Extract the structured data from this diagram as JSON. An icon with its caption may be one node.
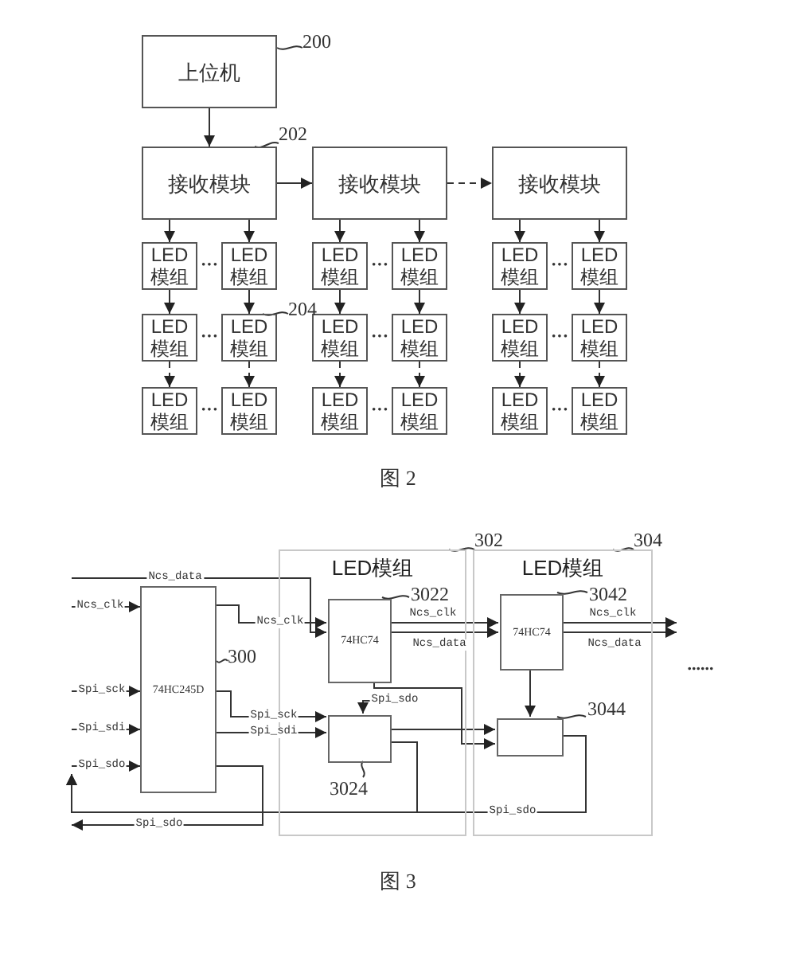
{
  "diagram": {
    "nodes": [
      {
        "text": [
          "上位机"
        ]
      },
      {
        "text": [
          "接收模块"
        ]
      },
      {
        "text": [
          "接收模块"
        ]
      },
      {
        "text": [
          "接收模块"
        ]
      },
      {
        "text": [
          "LED模组"
        ]
      },
      {
        "text": [
          "LED模组"
        ]
      },
      {
        "text": [
          "LED模组"
        ]
      },
      {
        "text": [
          "LED模组"
        ]
      },
      {
        "text": [
          "LED模组"
        ]
      },
      {
        "text": [
          "LED模组"
        ]
      },
      {
        "text": [
          "LED模组"
        ]
      },
      {
        "text": [
          "LED模组"
        ]
      },
      {
        "text": [
          "LED模组"
        ]
      },
      {
        "text": [
          "LED模组"
        ]
      },
      {
        "text": [
          "LED模组"
        ]
      },
      {
        "text": [
          "LED模组"
        ]
      },
      {
        "text": [
          "LED模组"
        ]
      },
      {
        "text": [
          "LED模组"
        ]
      },
      {
        "text": [
          "LED模组"
        ]
      },
      {
        "text": [
          "LED模组"
        ]
      },
      {
        "text": [
          "LED模组"
        ]
      },
      {
        "text": [
          "LED模组"
        ]
      },
      {
        "text": [
          "74HC245D"
        ]
      },
      {
        "text": [
          "LED模组"
        ]
      },
      {
        "text": [
          "74HC74"
        ],
        "in": 23
      },
      {
        "text": [],
        "shape": "box",
        "in": 23
      },
      {
        "text": [
          "LED模组"
        ]
      },
      {
        "text": [
          "74HC74"
        ],
        "in": 26
      },
      {
        "text": [],
        "shape": "box",
        "in": 26
      },
      {
        "text": [
          "200"
        ]
      },
      {
        "text": [
          "202"
        ]
      },
      {
        "text": [
          "204"
        ]
      },
      {
        "text": [
          "300"
        ]
      },
      {
        "text": [
          "302"
        ]
      },
      {
        "text": [
          "3022"
        ],
        "in": 23
      },
      {
        "text": [
          "3024"
        ],
        "in": 23
      },
      {
        "text": [
          "304"
        ]
      },
      {
        "text": [
          "3042"
        ],
        "in": 26
      },
      {
        "text": [
          "3044"
        ],
        "in": 26
      }
    ],
    "edges": [
      {
        "from": 0,
        "to": 1,
        "arrow": "to"
      },
      {
        "from": 1,
        "to": 2,
        "arrow": "to"
      },
      {
        "from": 2,
        "to": 3,
        "arrow": "to",
        "style": "dashed"
      },
      {
        "from": 1,
        "to": 4,
        "arrow": "to"
      },
      {
        "from": 1,
        "to": 5,
        "arrow": "to"
      },
      {
        "from": 2,
        "to": 6,
        "arrow": "to"
      },
      {
        "from": 2,
        "to": 7,
        "arrow": "to"
      },
      {
        "from": 3,
        "to": 8,
        "arrow": "to"
      },
      {
        "from": 3,
        "to": 9,
        "arrow": "to"
      },
      {
        "from": 4,
        "to": 10,
        "arrow": "to"
      },
      {
        "from": 5,
        "to": 11,
        "arrow": "to"
      },
      {
        "from": 6,
        "to": 12,
        "arrow": "to"
      },
      {
        "from": 7,
        "to": 13,
        "arrow": "to"
      },
      {
        "from": 8,
        "to": 14,
        "arrow": "to"
      },
      {
        "from": 9,
        "to": 15,
        "arrow": "to"
      },
      {
        "from": 10,
        "to": 16,
        "arrow": "to",
        "style": "dashed"
      },
      {
        "from": 11,
        "to": 17,
        "arrow": "to",
        "style": "dashed"
      },
      {
        "from": 12,
        "to": 18,
        "arrow": "to",
        "style": "dashed"
      },
      {
        "from": 13,
        "to": 19,
        "arrow": "to",
        "style": "dashed"
      },
      {
        "from": 14,
        "to": 20,
        "arrow": "to",
        "style": "dashed"
      },
      {
        "from": 15,
        "to": 21,
        "arrow": "to",
        "style": "dashed"
      },
      {
        "from": null,
        "to": 22,
        "arrow": "to",
        "label": "Ncs_clk"
      },
      {
        "from": null,
        "to": 22,
        "arrow": "to",
        "label": "Spi_sck"
      },
      {
        "from": null,
        "to": 22,
        "arrow": "to",
        "label": "Spi_sdi"
      },
      {
        "from": null,
        "to": 22,
        "arrow": "to",
        "label": "Spi_sdo"
      },
      {
        "from": null,
        "to": 24,
        "arrow": "to",
        "label": "Ncs_data"
      },
      {
        "from": 22,
        "to": 24,
        "arrow": "to",
        "label": "Ncs_clk"
      },
      {
        "from": 22,
        "to": 25,
        "arrow": "to",
        "label": "Spi_sck"
      },
      {
        "from": 22,
        "to": 25,
        "arrow": "to",
        "label": "Spi_sdi"
      },
      {
        "from": 22,
        "to": null,
        "arrow": "to",
        "label": "Spi_sdo"
      },
      {
        "from": null,
        "to": 25,
        "arrow": "to",
        "label": "Spi_sdo"
      },
      {
        "from": 24,
        "to": 27,
        "arrow": "to",
        "label": "Ncs_clk"
      },
      {
        "from": 24,
        "to": 27,
        "arrow": "to",
        "label": "Ncs_data"
      },
      {
        "from": 25,
        "to": 28,
        "arrow": "to"
      },
      {
        "from": 24,
        "to": 28,
        "arrow": "to"
      },
      {
        "from": 27,
        "to": 28,
        "arrow": "to"
      },
      {
        "from": 27,
        "to": null,
        "arrow": "to",
        "label": "Ncs_clk"
      },
      {
        "from": 27,
        "to": null,
        "arrow": "to",
        "label": "Ncs_data"
      },
      {
        "from": 28,
        "to": null,
        "arrow": "to",
        "label": "Spi_sdo"
      },
      {
        "from": 25,
        "to": null,
        "arrow": "to"
      },
      {
        "from": 29,
        "to": 0,
        "arrow": "none"
      },
      {
        "from": 30,
        "to": 1,
        "arrow": "none"
      },
      {
        "from": 31,
        "to": 11,
        "arrow": "none"
      },
      {
        "from": 32,
        "to": 22,
        "arrow": "none"
      },
      {
        "from": 33,
        "to": 23,
        "arrow": "none"
      },
      {
        "from": 34,
        "to": 24,
        "arrow": "none"
      },
      {
        "from": 35,
        "to": 25,
        "arrow": "none"
      },
      {
        "from": 36,
        "to": 26,
        "arrow": "none"
      },
      {
        "from": 37,
        "to": 27,
        "arrow": "none"
      },
      {
        "from": 38,
        "to": 28,
        "arrow": "none"
      }
    ],
    "labels": [
      "···",
      "···",
      "···",
      "···",
      "···",
      "···",
      "···",
      "···",
      "···",
      "......",
      "图 2",
      "图 3"
    ]
  }
}
